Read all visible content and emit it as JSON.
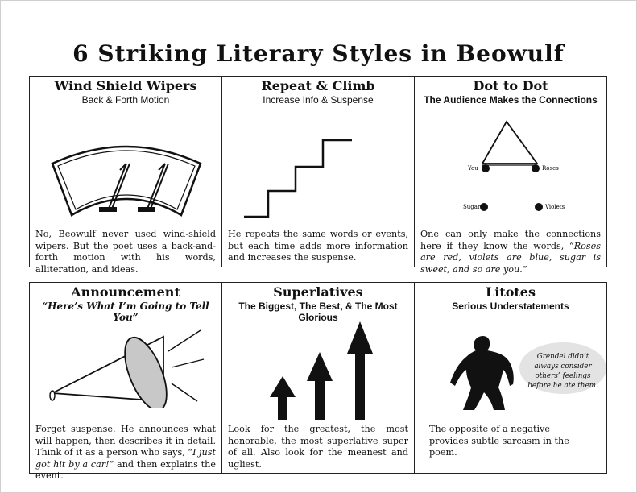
{
  "title": "6 Striking Literary Styles in Beowulf",
  "panels": {
    "wipers": {
      "title": "Wind Shield Wipers",
      "subtitle": "Back & Forth Motion",
      "text": "No, Beowulf never used wind-shield wipers. But the poet uses a back-and-forth motion with his words, alliteration, and ideas.",
      "icon": "windshield-wiper-icon"
    },
    "repeat": {
      "title": "Repeat & Climb",
      "subtitle": "Increase Info & Suspense",
      "text": "He repeats the same words or events, but each time adds more information and increases the suspense.",
      "icon": "staircase-icon"
    },
    "dots": {
      "title": "Dot to Dot",
      "subtitle": "The Audience Makes the Connections",
      "labels": {
        "you": "You",
        "roses": "Roses",
        "sugar": "Sugar",
        "violets": "Violets"
      },
      "text_plain": "One can only make the connections here if they know the words, ",
      "text_italic": "“Roses are red, violets are blue, sugar is sweet, and so are you.”",
      "icon": "dot-triangle-icon"
    },
    "announcement": {
      "title": "Announcement",
      "subtitle": "“Here’s What I’m Going to Tell You”",
      "text_plain": "Forget suspense.  He announces what will happen, then describes it in detail.   Think of it as a person who says, ",
      "text_italic": "“I just got hit by a car!”",
      "text_end": " and then explains the event.",
      "icon": "megaphone-icon"
    },
    "superlatives": {
      "title": "Superlatives",
      "subtitle": "The Biggest, The Best, & The Most Glorious",
      "text": "Look for the greatest, the most honorable, the most superlative super of all.  Also look for the meanest and ugliest.",
      "icon": "rising-arrows-icon"
    },
    "litotes": {
      "title": "Litotes",
      "subtitle": "Serious Understatements",
      "bubble": "Grendel didn’t always consider others’ feelings before he ate them.",
      "text": "The opposite of a negative provides subtle sarcasm in the poem.",
      "icon": "monster-silhouette-icon"
    }
  }
}
